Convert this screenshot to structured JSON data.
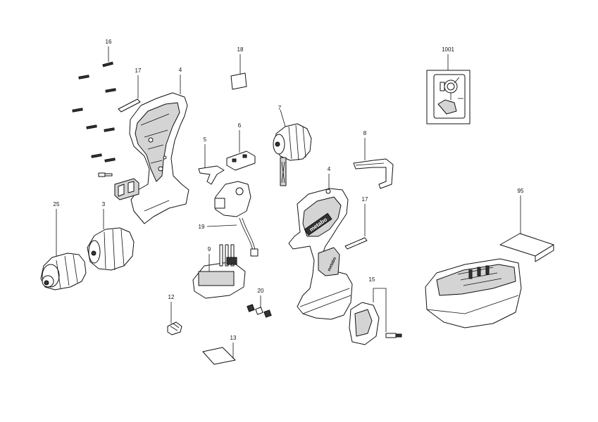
{
  "callouts": {
    "c16": "16",
    "c17a": "17",
    "c4a": "4",
    "c18": "18",
    "c1001": "1001",
    "c7": "7",
    "c6": "6",
    "c5": "5",
    "c8": "8",
    "c25": "25",
    "c3": "3",
    "c19": "19",
    "c4b": "4",
    "c17b": "17",
    "c95": "95",
    "c9": "9",
    "c15": "15",
    "c20": "20",
    "c12": "12",
    "c13": "13"
  },
  "housing_brand_text": "metabo",
  "handle_brand_text": "metabo"
}
